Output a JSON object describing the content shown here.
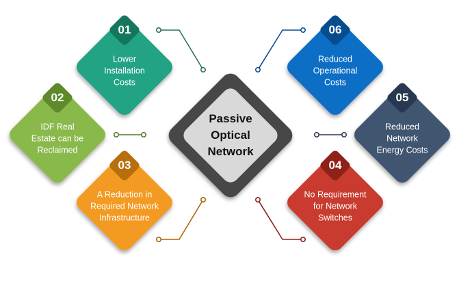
{
  "center": {
    "title": "Passive\nOptical\nNetwork"
  },
  "benefits": [
    {
      "number": "01",
      "text": "Lower\nInstallation\nCosts",
      "color": "#22a383",
      "dark": "#14775d",
      "dot": "#2c6e5f"
    },
    {
      "number": "02",
      "text": "IDF Real\nEstate can be\nReclaimed",
      "color": "#8ab94b",
      "dark": "#5e8a2b",
      "dot": "#4f7a2a"
    },
    {
      "number": "03",
      "text": "A Reduction in\nRequired Network\nInfrastructure",
      "color": "#f39a24",
      "dark": "#b86e0d",
      "dot": "#a8660b"
    },
    {
      "number": "06",
      "text": "Reduced\nOperational\nCosts",
      "color": "#0d6ec6",
      "dark": "#074d8e",
      "dot": "#0b4f92"
    },
    {
      "number": "05",
      "text": "Reduced\nNetwork\nEnergy Costs",
      "color": "#3f5470",
      "dark": "#283850",
      "dot": "#2b3a50"
    },
    {
      "number": "04",
      "text": "No Requirement\nfor Network\nSwitches",
      "color": "#c83a2e",
      "dark": "#8e2219",
      "dot": "#8b2219"
    }
  ]
}
